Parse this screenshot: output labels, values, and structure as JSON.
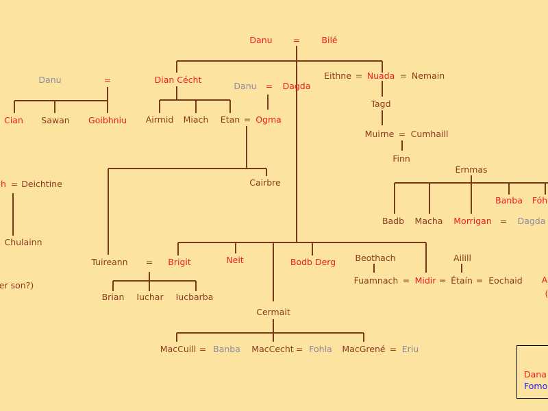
{
  "nodes": {
    "danu_top": "Danu",
    "eq_top": "=",
    "bile": "Bilé",
    "danu_left": "Danu",
    "eq_left": "=",
    "cian": "Cian",
    "sawan": "Sawan",
    "goibhniu": "Goibhniu",
    "dian_cecht": "Dian Cécht",
    "airmid": "Airmid",
    "miach": "Miach",
    "etan": "Etan",
    "eq_etan": "=",
    "ogma": "Ogma",
    "danu_mid": "Danu",
    "eq_dagda": "=",
    "dagda": "Dagda",
    "eithne": "Eithne",
    "eq_nuada1": "=",
    "nuada": "Nuada",
    "eq_nuada2": "=",
    "nemain": "Nemain",
    "tagd": "Tagd",
    "muirne": "Muirne",
    "eq_muirne": "=",
    "cumhaill": "Cumhaill",
    "finn": "Finn",
    "ernmas": "Ernmas",
    "banba": "Banba",
    "fohla_cut": "Fóh",
    "badb": "Badb",
    "macha": "Macha",
    "morrigan": "Morrigan",
    "eq_morrigan": "=",
    "dagda_gray": "Dagda",
    "h_cut": "h",
    "eq_deichtine": "=",
    "deichtine": "Deichtine",
    "cu_chulainn_cut": "Chulainn",
    "other_son_cut": "er son?)",
    "cairbre": "Cairbre",
    "tuireann": "Tuireann",
    "eq_tuireann": "=",
    "brigit": "Brigit",
    "brian": "Brian",
    "iuchar": "Iuchar",
    "iucbarba": "Iucbarba",
    "neit": "Neit",
    "bodb_derg": "Bodb Derg",
    "beothach": "Beothach",
    "fuamnach": "Fuamnach",
    "eq_midir1": "=",
    "midir": "Midir",
    "eq_midir2": "=",
    "etain": "Étaín",
    "eq_eochaid": "=",
    "eochaid": "Eochaid",
    "ailill": "Ailill",
    "a_cut": "A",
    "paren_cut": "(",
    "cermait": "Cermait",
    "maccuill": "MacCuill",
    "eq_maccuill": "=",
    "banba2": "Banba",
    "maccecht": "MacCecht",
    "eq_maccecht": "=",
    "fohla": "Fohla",
    "macgrene": "MacGrené",
    "eq_macgrene": "=",
    "eriu": "Eriu"
  },
  "legend": {
    "danann": "Dana",
    "fomorian": "Fomo"
  },
  "colors": {
    "background": "#fde3a0",
    "line": "#7b3a16",
    "red": "#ee1c24",
    "brown": "#8b3a1a",
    "gray": "#8a8aa0",
    "legend_blue": "#1c1cff"
  }
}
